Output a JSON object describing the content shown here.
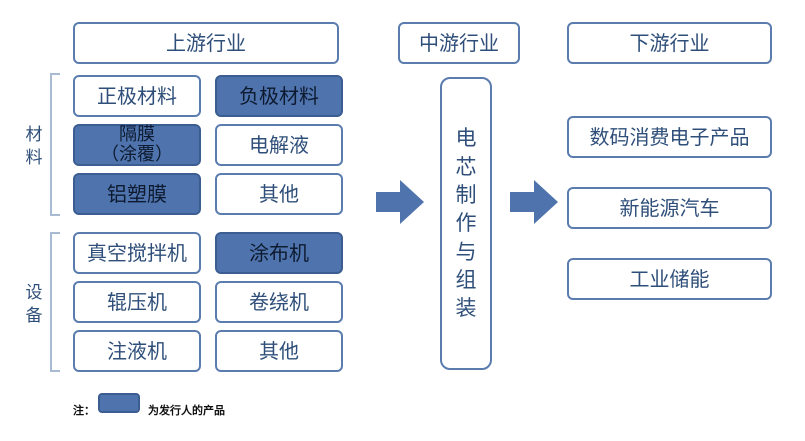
{
  "headers": {
    "upstream": "上游行业",
    "midstream": "中游行业",
    "downstream": "下游行业"
  },
  "side_labels": {
    "materials": "材料",
    "equipment": "设备"
  },
  "materials": {
    "cathode": "正极材料",
    "anode": "负极材料",
    "separator_line1": "隔膜",
    "separator_line2": "（涂覆）",
    "electrolyte": "电解液",
    "aluminum_film": "铝塑膜",
    "other": "其他"
  },
  "equipment": {
    "vacuum_mixer": "真空搅拌机",
    "coater": "涂布机",
    "roller_press": "辊压机",
    "winder": "卷绕机",
    "injector": "注液机",
    "other": "其他"
  },
  "midstream_item": "电芯制作与组装",
  "downstream_items": {
    "consumer": "数码消费电子产品",
    "ev": "新能源汽车",
    "storage": "工业储能"
  },
  "legend": {
    "note_label": "注：",
    "filled_meaning": "为发行人的产品"
  },
  "colors": {
    "border": "#5b7cae",
    "filled": "#4f74ad",
    "text": "#2f4f7a",
    "arrow": "#4f74ad"
  }
}
